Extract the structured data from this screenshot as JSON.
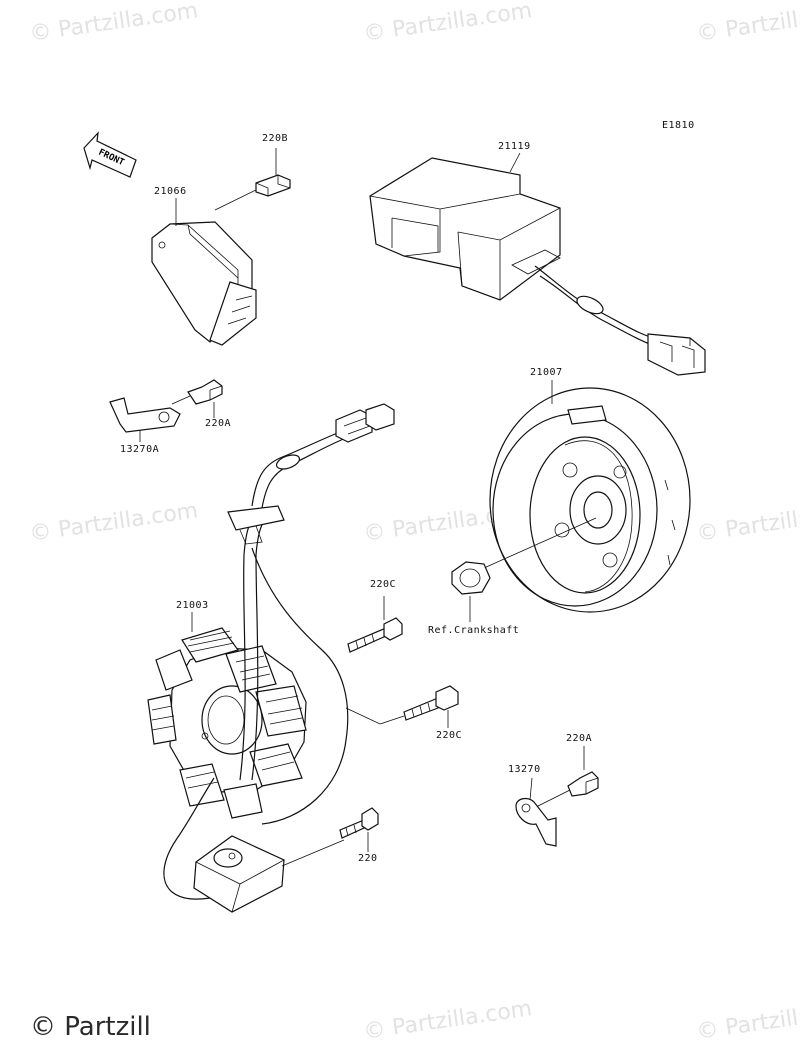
{
  "watermark": {
    "text": "© Partzilla.com",
    "footer_text": "© Partzill"
  },
  "diagram": {
    "code": "E1810",
    "front_label": "FRONT",
    "ref_note": "Ref.Crankshaft",
    "parts": {
      "p220B": "220B",
      "p21066": "21066",
      "p21119": "21119",
      "p220A_top": "220A",
      "p13270A": "13270A",
      "p21007": "21007",
      "p220C_top": "220C",
      "p21003": "21003",
      "p220C_mid": "220C",
      "p220A_bot": "220A",
      "p13270": "13270",
      "p220": "220"
    }
  }
}
